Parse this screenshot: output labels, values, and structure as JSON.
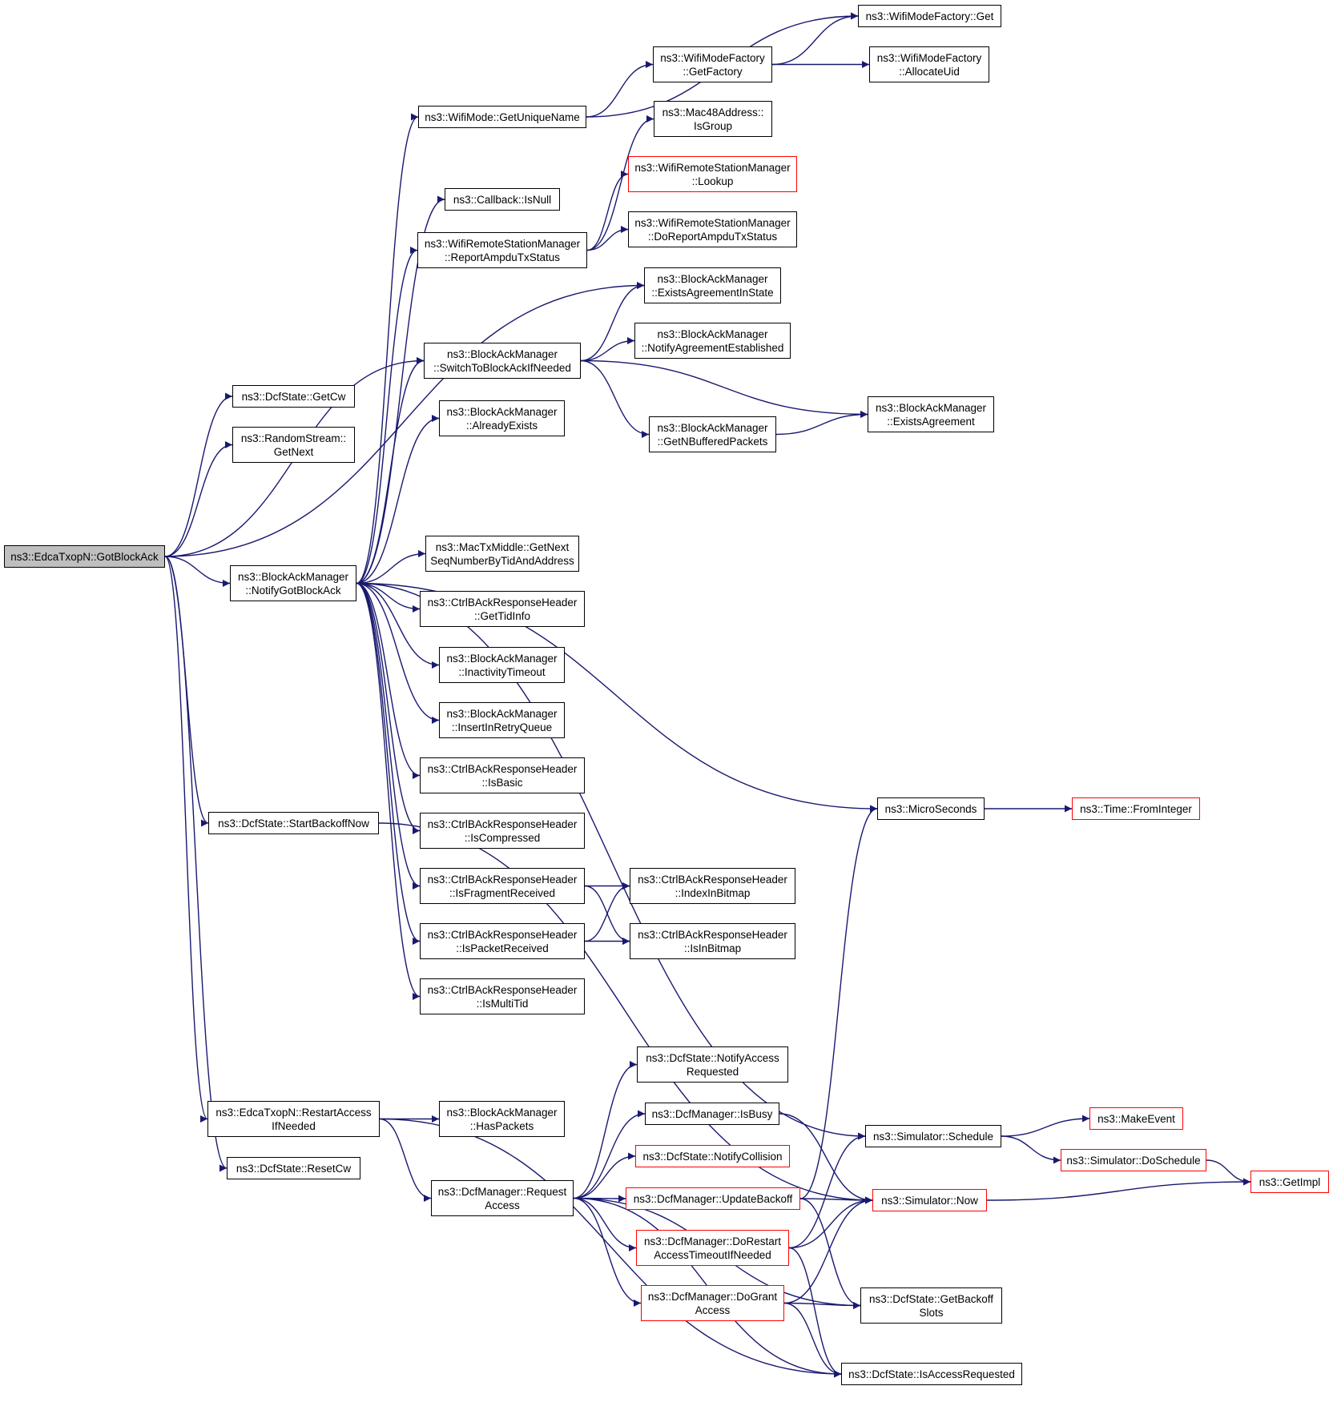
{
  "colors": {
    "edge": "#191970",
    "node_border": "#000000",
    "truncated_border": "#ff0000",
    "root_fill": "#bfbfbf"
  },
  "nodes": [
    {
      "id": "root",
      "lines": [
        "ns3::EdcaTxopN::GotBlockAck"
      ],
      "style": "root"
    },
    {
      "id": "getcw",
      "lines": [
        "ns3::DcfState::GetCw"
      ]
    },
    {
      "id": "rsgetnext",
      "lines": [
        "ns3::RandomStream::",
        "GetNext"
      ]
    },
    {
      "id": "notifygotblockack",
      "lines": [
        "ns3::BlockAckManager",
        "::NotifyGotBlockAck"
      ]
    },
    {
      "id": "startbackoffnow",
      "lines": [
        "ns3::DcfState::StartBackoffNow"
      ]
    },
    {
      "id": "restartaccess",
      "lines": [
        "ns3::EdcaTxopN::RestartAccess",
        "IfNeeded"
      ]
    },
    {
      "id": "resetcw",
      "lines": [
        "ns3::DcfState::ResetCw"
      ]
    },
    {
      "id": "getuniquename",
      "lines": [
        "ns3::WifiMode::GetUniqueName"
      ]
    },
    {
      "id": "isnull",
      "lines": [
        "ns3::Callback::IsNull"
      ]
    },
    {
      "id": "reportampdu",
      "lines": [
        "ns3::WifiRemoteStationManager",
        "::ReportAmpduTxStatus"
      ]
    },
    {
      "id": "switchtoblockack",
      "lines": [
        "ns3::BlockAckManager",
        "::SwitchToBlockAckIfNeeded"
      ]
    },
    {
      "id": "alreadyexists",
      "lines": [
        "ns3::BlockAckManager",
        "::AlreadyExists"
      ]
    },
    {
      "id": "getnextseq",
      "lines": [
        "ns3::MacTxMiddle::GetNext",
        "SeqNumberByTidAndAddress"
      ]
    },
    {
      "id": "gettidinfo",
      "lines": [
        "ns3::CtrlBAckResponseHeader",
        "::GetTidInfo"
      ]
    },
    {
      "id": "inactivitytimeout",
      "lines": [
        "ns3::BlockAckManager",
        "::InactivityTimeout"
      ]
    },
    {
      "id": "insertinretry",
      "lines": [
        "ns3::BlockAckManager",
        "::InsertInRetryQueue"
      ]
    },
    {
      "id": "isbasic",
      "lines": [
        "ns3::CtrlBAckResponseHeader",
        "::IsBasic"
      ]
    },
    {
      "id": "iscompressed",
      "lines": [
        "ns3::CtrlBAckResponseHeader",
        "::IsCompressed"
      ]
    },
    {
      "id": "isfragmentreceived",
      "lines": [
        "ns3::CtrlBAckResponseHeader",
        "::IsFragmentReceived"
      ]
    },
    {
      "id": "ispacketreceived",
      "lines": [
        "ns3::CtrlBAckResponseHeader",
        "::IsPacketReceived"
      ]
    },
    {
      "id": "ismultitid",
      "lines": [
        "ns3::CtrlBAckResponseHeader",
        "::IsMultiTid"
      ]
    },
    {
      "id": "haspackets",
      "lines": [
        "ns3::BlockAckManager",
        "::HasPackets"
      ]
    },
    {
      "id": "requestaccess",
      "lines": [
        "ns3::DcfManager::Request",
        "Access"
      ]
    },
    {
      "id": "wmfget",
      "lines": [
        "ns3::WifiModeFactory::Get"
      ]
    },
    {
      "id": "getfactory",
      "lines": [
        "ns3::WifiModeFactory",
        "::GetFactory"
      ]
    },
    {
      "id": "allocateuid",
      "lines": [
        "ns3::WifiModeFactory",
        "::AllocateUid"
      ]
    },
    {
      "id": "isgroup",
      "lines": [
        "ns3::Mac48Address::",
        "IsGroup"
      ]
    },
    {
      "id": "lookup",
      "lines": [
        "ns3::WifiRemoteStationManager",
        "::Lookup"
      ],
      "style": "red"
    },
    {
      "id": "doreportampdu",
      "lines": [
        "ns3::WifiRemoteStationManager",
        "::DoReportAmpduTxStatus"
      ]
    },
    {
      "id": "existsinstate",
      "lines": [
        "ns3::BlockAckManager",
        "::ExistsAgreementInState"
      ]
    },
    {
      "id": "notifyagreement",
      "lines": [
        "ns3::BlockAckManager",
        "::NotifyAgreementEstablished"
      ]
    },
    {
      "id": "getnbuffered",
      "lines": [
        "ns3::BlockAckManager",
        "::GetNBufferedPackets"
      ]
    },
    {
      "id": "existsagreement",
      "lines": [
        "ns3::BlockAckManager",
        "::ExistsAgreement"
      ]
    },
    {
      "id": "indexinbitmap",
      "lines": [
        "ns3::CtrlBAckResponseHeader",
        "::IndexInBitmap"
      ]
    },
    {
      "id": "isinbitmap",
      "lines": [
        "ns3::CtrlBAckResponseHeader",
        "::IsInBitmap"
      ]
    },
    {
      "id": "microseconds",
      "lines": [
        "ns3::MicroSeconds"
      ]
    },
    {
      "id": "frominteger",
      "lines": [
        "ns3::Time::FromInteger"
      ],
      "style": "red"
    },
    {
      "id": "notifyaccessreq",
      "lines": [
        "ns3::DcfState::NotifyAccess",
        "Requested"
      ]
    },
    {
      "id": "isbusy",
      "lines": [
        "ns3::DcfManager::IsBusy"
      ]
    },
    {
      "id": "notifycollision",
      "lines": [
        "ns3::DcfState::NotifyCollision"
      ],
      "style": "red"
    },
    {
      "id": "updatebackoff",
      "lines": [
        "ns3::DcfManager::UpdateBackoff"
      ],
      "style": "red"
    },
    {
      "id": "dorestartaccess",
      "lines": [
        "ns3::DcfManager::DoRestart",
        "AccessTimeoutIfNeeded"
      ],
      "style": "red"
    },
    {
      "id": "dograntaccess",
      "lines": [
        "ns3::DcfManager::DoGrant",
        "Access"
      ],
      "style": "red"
    },
    {
      "id": "schedule",
      "lines": [
        "ns3::Simulator::Schedule"
      ]
    },
    {
      "id": "now",
      "lines": [
        "ns3::Simulator::Now"
      ],
      "style": "red"
    },
    {
      "id": "getbackoffslots",
      "lines": [
        "ns3::DcfState::GetBackoff",
        "Slots"
      ]
    },
    {
      "id": "isaccessrequested",
      "lines": [
        "ns3::DcfState::IsAccessRequested"
      ]
    },
    {
      "id": "makeevent",
      "lines": [
        "ns3::MakeEvent"
      ],
      "style": "red"
    },
    {
      "id": "doschedule",
      "lines": [
        "ns3::Simulator::DoSchedule"
      ],
      "style": "red"
    },
    {
      "id": "getimpl",
      "lines": [
        "ns3::GetImpl"
      ],
      "style": "red"
    }
  ],
  "edges": [
    [
      "root",
      "getcw"
    ],
    [
      "root",
      "rsgetnext"
    ],
    [
      "root",
      "notifygotblockack"
    ],
    [
      "root",
      "startbackoffnow"
    ],
    [
      "root",
      "restartaccess"
    ],
    [
      "root",
      "resetcw"
    ],
    [
      "root",
      "existsinstate"
    ],
    [
      "root",
      "switchtoblockack"
    ],
    [
      "notifygotblockack",
      "getuniquename"
    ],
    [
      "notifygotblockack",
      "isnull"
    ],
    [
      "notifygotblockack",
      "reportampdu"
    ],
    [
      "notifygotblockack",
      "switchtoblockack"
    ],
    [
      "notifygotblockack",
      "alreadyexists"
    ],
    [
      "notifygotblockack",
      "getnextseq"
    ],
    [
      "notifygotblockack",
      "gettidinfo"
    ],
    [
      "notifygotblockack",
      "inactivitytimeout"
    ],
    [
      "notifygotblockack",
      "insertinretry"
    ],
    [
      "notifygotblockack",
      "isbasic"
    ],
    [
      "notifygotblockack",
      "iscompressed"
    ],
    [
      "notifygotblockack",
      "isfragmentreceived"
    ],
    [
      "notifygotblockack",
      "ispacketreceived"
    ],
    [
      "notifygotblockack",
      "ismultitid"
    ],
    [
      "notifygotblockack",
      "microseconds"
    ],
    [
      "notifygotblockack",
      "schedule"
    ],
    [
      "getuniquename",
      "wmfget"
    ],
    [
      "getuniquename",
      "getfactory"
    ],
    [
      "getfactory",
      "wmfget"
    ],
    [
      "getfactory",
      "allocateuid"
    ],
    [
      "reportampdu",
      "isgroup"
    ],
    [
      "reportampdu",
      "lookup"
    ],
    [
      "reportampdu",
      "doreportampdu"
    ],
    [
      "switchtoblockack",
      "existsinstate"
    ],
    [
      "switchtoblockack",
      "notifyagreement"
    ],
    [
      "switchtoblockack",
      "getnbuffered"
    ],
    [
      "switchtoblockack",
      "existsagreement"
    ],
    [
      "getnbuffered",
      "existsagreement"
    ],
    [
      "isfragmentreceived",
      "indexinbitmap"
    ],
    [
      "isfragmentreceived",
      "isinbitmap"
    ],
    [
      "ispacketreceived",
      "indexinbitmap"
    ],
    [
      "ispacketreceived",
      "isinbitmap"
    ],
    [
      "startbackoffnow",
      "now"
    ],
    [
      "restartaccess",
      "haspackets"
    ],
    [
      "restartaccess",
      "requestaccess"
    ],
    [
      "restartaccess",
      "isaccessrequested"
    ],
    [
      "requestaccess",
      "notifyaccessreq"
    ],
    [
      "requestaccess",
      "isbusy"
    ],
    [
      "requestaccess",
      "notifycollision"
    ],
    [
      "requestaccess",
      "updatebackoff"
    ],
    [
      "requestaccess",
      "dorestartaccess"
    ],
    [
      "requestaccess",
      "dograntaccess"
    ],
    [
      "requestaccess",
      "getbackoffslots"
    ],
    [
      "requestaccess",
      "isaccessrequested"
    ],
    [
      "isbusy",
      "now"
    ],
    [
      "updatebackoff",
      "microseconds"
    ],
    [
      "updatebackoff",
      "now"
    ],
    [
      "updatebackoff",
      "getbackoffslots"
    ],
    [
      "dorestartaccess",
      "schedule"
    ],
    [
      "dorestartaccess",
      "now"
    ],
    [
      "dorestartaccess",
      "isaccessrequested"
    ],
    [
      "dograntaccess",
      "now"
    ],
    [
      "dograntaccess",
      "getbackoffslots"
    ],
    [
      "dograntaccess",
      "isaccessrequested"
    ],
    [
      "microseconds",
      "frominteger"
    ],
    [
      "schedule",
      "makeevent"
    ],
    [
      "schedule",
      "doschedule"
    ],
    [
      "doschedule",
      "getimpl"
    ],
    [
      "now",
      "getimpl"
    ]
  ]
}
